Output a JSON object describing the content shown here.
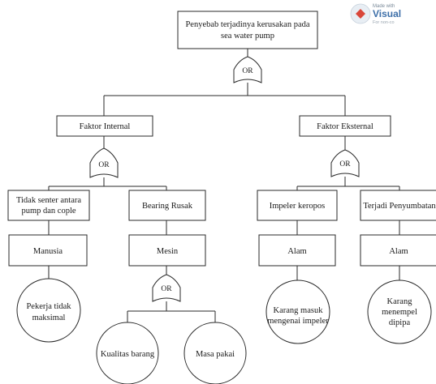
{
  "watermark": {
    "line1": "Made with",
    "line2": "Visual",
    "line3": "For non-co"
  },
  "root": {
    "line1": "Penyebab terjadinya kerusakan pada",
    "line2": "sea water pump"
  },
  "gates": {
    "root": "OR",
    "internal": "OR",
    "eksternal": "OR",
    "mesin": "OR"
  },
  "level1": {
    "internal": "Faktor Internal",
    "eksternal": "Faktor Eksternal"
  },
  "level2": {
    "tidak_senter_line1": "Tidak senter antara",
    "tidak_senter_line2": "pump dan cople",
    "bearing": "Bearing Rusak",
    "impeler": "Impeler keropos",
    "penyumbatan": "Terjadi Penyumbatan"
  },
  "level3": {
    "manusia": "Manusia",
    "mesin": "Mesin",
    "alam1": "Alam",
    "alam2": "Alam"
  },
  "leaves": {
    "pekerja_line1": "Pekerja tidak",
    "pekerja_line2": "maksimal",
    "kualitas": "Kualitas barang",
    "masa": "Masa pakai",
    "karang_masuk_line1": "Karang masuk",
    "karang_masuk_line2": "mengenai impeler",
    "karang_menempel_line1": "Karang",
    "karang_menempel_line2": "menempel",
    "karang_menempel_line3": "dipipa"
  }
}
